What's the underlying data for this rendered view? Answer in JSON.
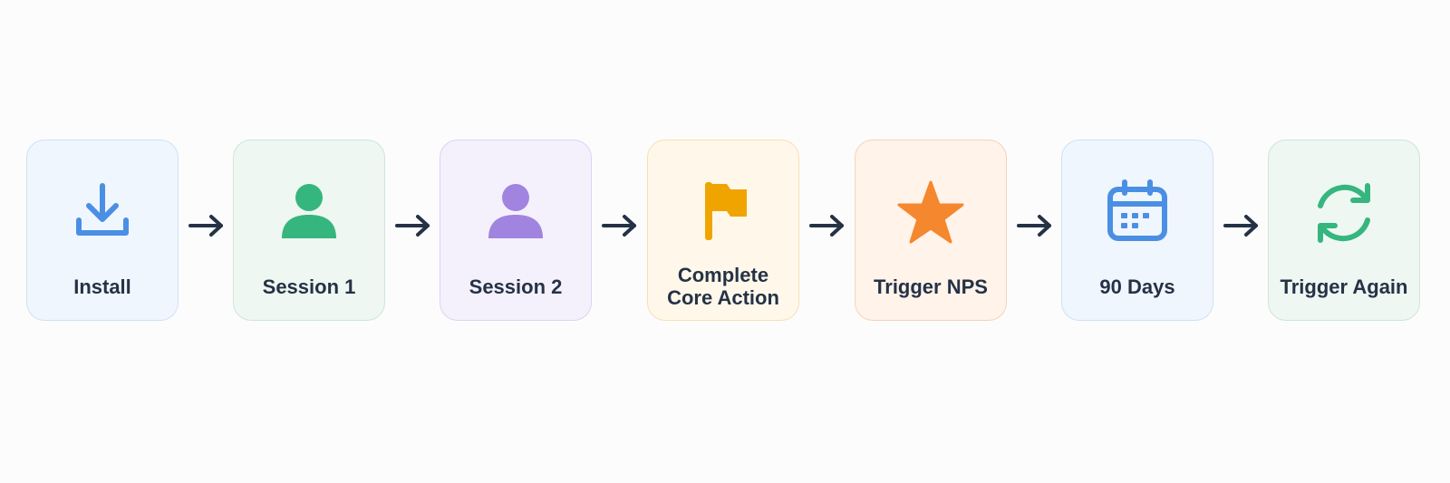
{
  "flow": {
    "steps": [
      {
        "label": "Install",
        "icon": "download-icon",
        "color": "#4b8fe4"
      },
      {
        "label": "Session 1",
        "icon": "user-icon",
        "color": "#35b67f"
      },
      {
        "label": "Session 2",
        "icon": "user-icon",
        "color": "#a184e0"
      },
      {
        "label": "Complete\nCore Action",
        "icon": "flag-icon",
        "color": "#f0a400"
      },
      {
        "label": "Trigger NPS",
        "icon": "star-icon",
        "color": "#f5872e"
      },
      {
        "label": "90 Days",
        "icon": "calendar-icon",
        "color": "#4b8fe4"
      },
      {
        "label": "Trigger Again",
        "icon": "refresh-icon",
        "color": "#35b67f"
      }
    ],
    "arrow_color": "#253246"
  }
}
